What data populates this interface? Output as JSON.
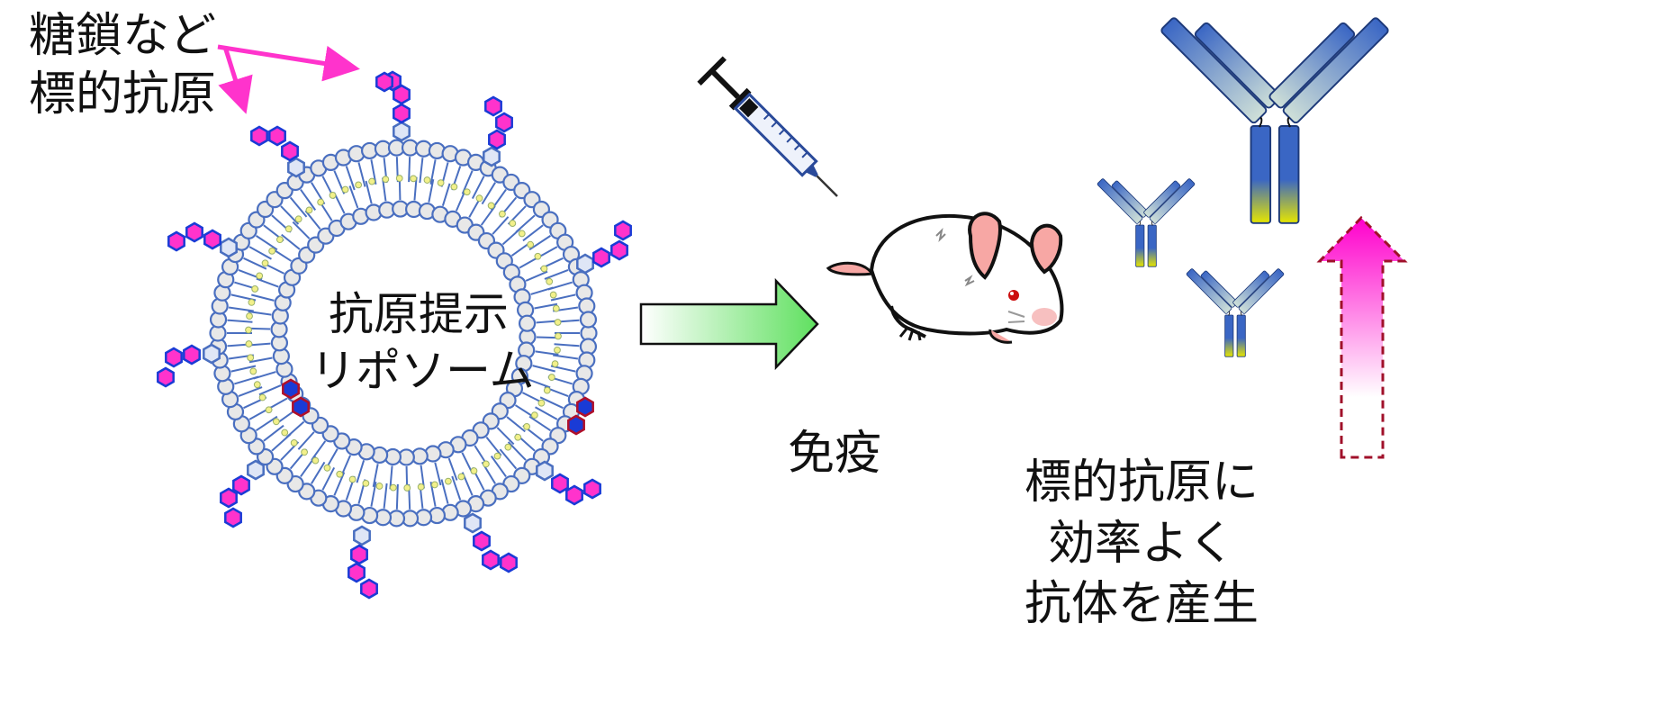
{
  "labels": {
    "target_line1": "糖鎖など",
    "target_line2": "標的抗原",
    "liposome_line1": "抗原提示",
    "liposome_line2": "リポソーム",
    "immunization": "免疫",
    "result_line1": "標的抗原に",
    "result_line2": "効率よく",
    "result_line3": "抗体を産生"
  },
  "icons": {
    "syringe": "syringe-icon",
    "mouse": "mouse-icon",
    "antibody": "antibody-icon"
  },
  "colors": {
    "glycan_pink": "#ff33cc",
    "membrane_blue": "#4a6fc0",
    "headgroup_fill": "#e8e8e8",
    "alt_antigen_red": "#b0102a",
    "alt_antigen_fill": "#1a3bd6",
    "arrow_green": "#66e066",
    "increase_arrow": "#ff00cc",
    "antibody_blue": "#3a66c4",
    "antibody_yellow": "#e6e600"
  }
}
